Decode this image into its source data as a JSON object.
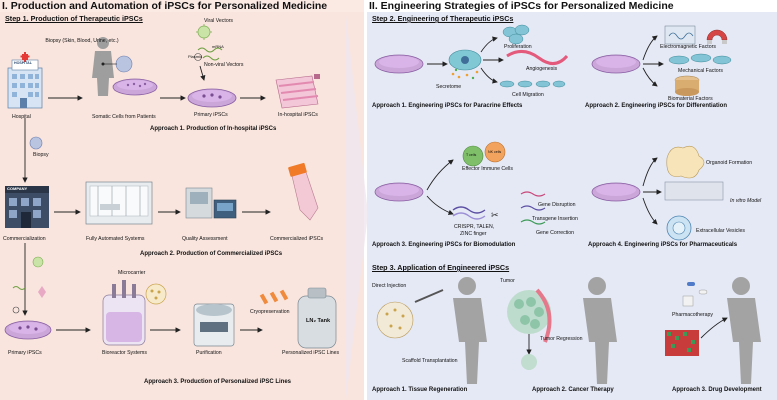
{
  "left_panel": {
    "title": "I. Production and Automation of iPSCs for Personalized Medicine",
    "step1_title": "Step 1. Production of Therapeutic iPSCs",
    "labels": {
      "biopsy_sources": "Biopsy (Skin, Blood, Urine, etc.)",
      "viral_vectors": "Viral Vectors",
      "mrna": "mRNA",
      "plasmid": "Plasmid",
      "non_viral_vectors": "Non-viral Vectors",
      "hospital_sign": "HOSPITAL",
      "hospital": "Hospital",
      "somatic_cells": "Somatic Cells from Patients",
      "primary_ipscs_1": "Primary iPSCs",
      "in_hospital_ipscs": "In-hospital iPSCs",
      "biopsy": "Biopsy",
      "company_sign": "COMPANY",
      "commercialization": "Commercialization",
      "fully_automated": "Fully Automated Systems",
      "quality_assessment": "Quality Assessment",
      "commercialized_ipscs": "Commercialized iPSCs",
      "microcarrier": "Microcarrier",
      "primary_ipscs_2": "Primary iPSCs",
      "bioreactor": "Bioreactor Systems",
      "purification": "Purification",
      "cryopreservation": "Cryopreservation",
      "ln2_tank": "LN₂ Tank",
      "personalized_lines": "Personalized iPSC Lines"
    },
    "approaches": {
      "a1": "Approach 1. Production of In-hospital iPSCs",
      "a2": "Approach 2. Production of Commercialized iPSCs",
      "a3": "Approach 3. Production of Personalized iPSC Lines"
    }
  },
  "right_panel": {
    "title": "II. Engineering Strategies of iPSCs for Personalized Medicine",
    "step2_title": "Step 2. Engineering of Therapeutic iPSCs",
    "step3_title": "Step 3. Application of Engineered iPSCs",
    "labels": {
      "proliferation": "Proliferation",
      "angiogenesis": "Angiogenesis",
      "secretome": "Secretome",
      "cell_migration": "Cell Migration",
      "electromagnetic": "Electromagnetic Factors",
      "mechanical": "Mechanical Factors",
      "biomaterial": "Biomaterial Factors",
      "t_cells": "T cells",
      "nk_cells": "NK cells",
      "effector_immune": "Effector Immune Cells",
      "crispr": "CRISPR, TALEN,",
      "zinc": "ZINC finger",
      "gene_disruption": "Gene Disruption",
      "transgene_insertion": "Transgene Insertion",
      "gene_correction": "Gene Correction",
      "organoid": "Organoid Formation",
      "in_vitro_model": "In vitro Model",
      "extracellular_vesicles": "Extracellular Vesicles",
      "direct_injection": "Direct Injection",
      "scaffold": "Scaffold Transplantation",
      "tumor": "Tumor",
      "tumor_regression": "Tumor Regression",
      "pharmacotherapy": "Pharmacotherapy"
    },
    "approaches": {
      "s2a1": "Approach 1. Engineering iPSCs for Paracrine Effects",
      "s2a2": "Approach 2. Engineering iPSCs for Differentiation",
      "s2a3": "Approach 3. Engineering iPSCs for Biomodulation",
      "s2a4": "Approach 4. Engineering iPSCs for Pharmaceuticals",
      "s3a1": "Approach 1. Tissue Regeneration",
      "s3a2": "Approach 2. Cancer Therapy",
      "s3a3": "Approach 3. Drug Development"
    }
  },
  "colors": {
    "left_bg": "#f9e5de",
    "right_bg": "#e5e9f5",
    "dish": "#caa6d9",
    "arrow": "#222222"
  }
}
